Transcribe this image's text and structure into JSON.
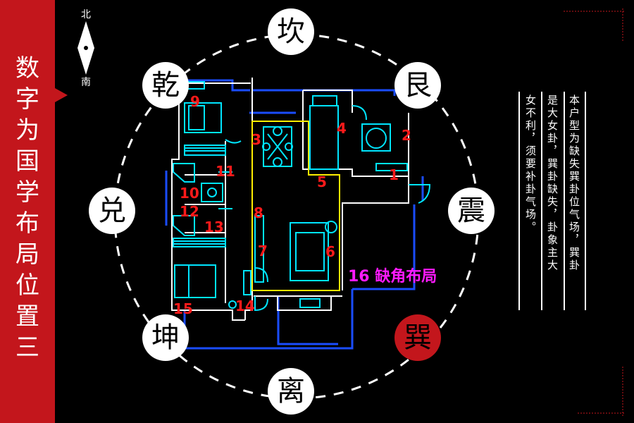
{
  "sidebar": {
    "title_chars": [
      "数",
      "字",
      "为",
      "国",
      "学",
      "布",
      "局",
      "位",
      "置",
      "三"
    ]
  },
  "compass": {
    "north": "北",
    "south": "南"
  },
  "bagua": {
    "kan": "坎",
    "gen": "艮",
    "zhen": "震",
    "xun": "巽",
    "li": "离",
    "kun": "坤",
    "dui": "兑",
    "qian": "乾"
  },
  "room_numbers": [
    "1",
    "2",
    "3",
    "4",
    "5",
    "6",
    "7",
    "8",
    "9",
    "10",
    "11",
    "12",
    "13",
    "14",
    "15"
  ],
  "missing_label": "16 缺角布局",
  "text_columns": [
    "本户型为缺失巽卦位气场，巽卦",
    "是大女卦，巽卦缺失，卦象主大",
    "女不利，须要补卦气场。"
  ],
  "colors": {
    "accent_red": "#c3161c",
    "wall_cyan": "#00e5ff",
    "outline_blue": "#1a4dff",
    "highlight_yellow": "#ffee00",
    "number_red": "#ff1a1a",
    "missing_magenta": "#ff1aff"
  }
}
